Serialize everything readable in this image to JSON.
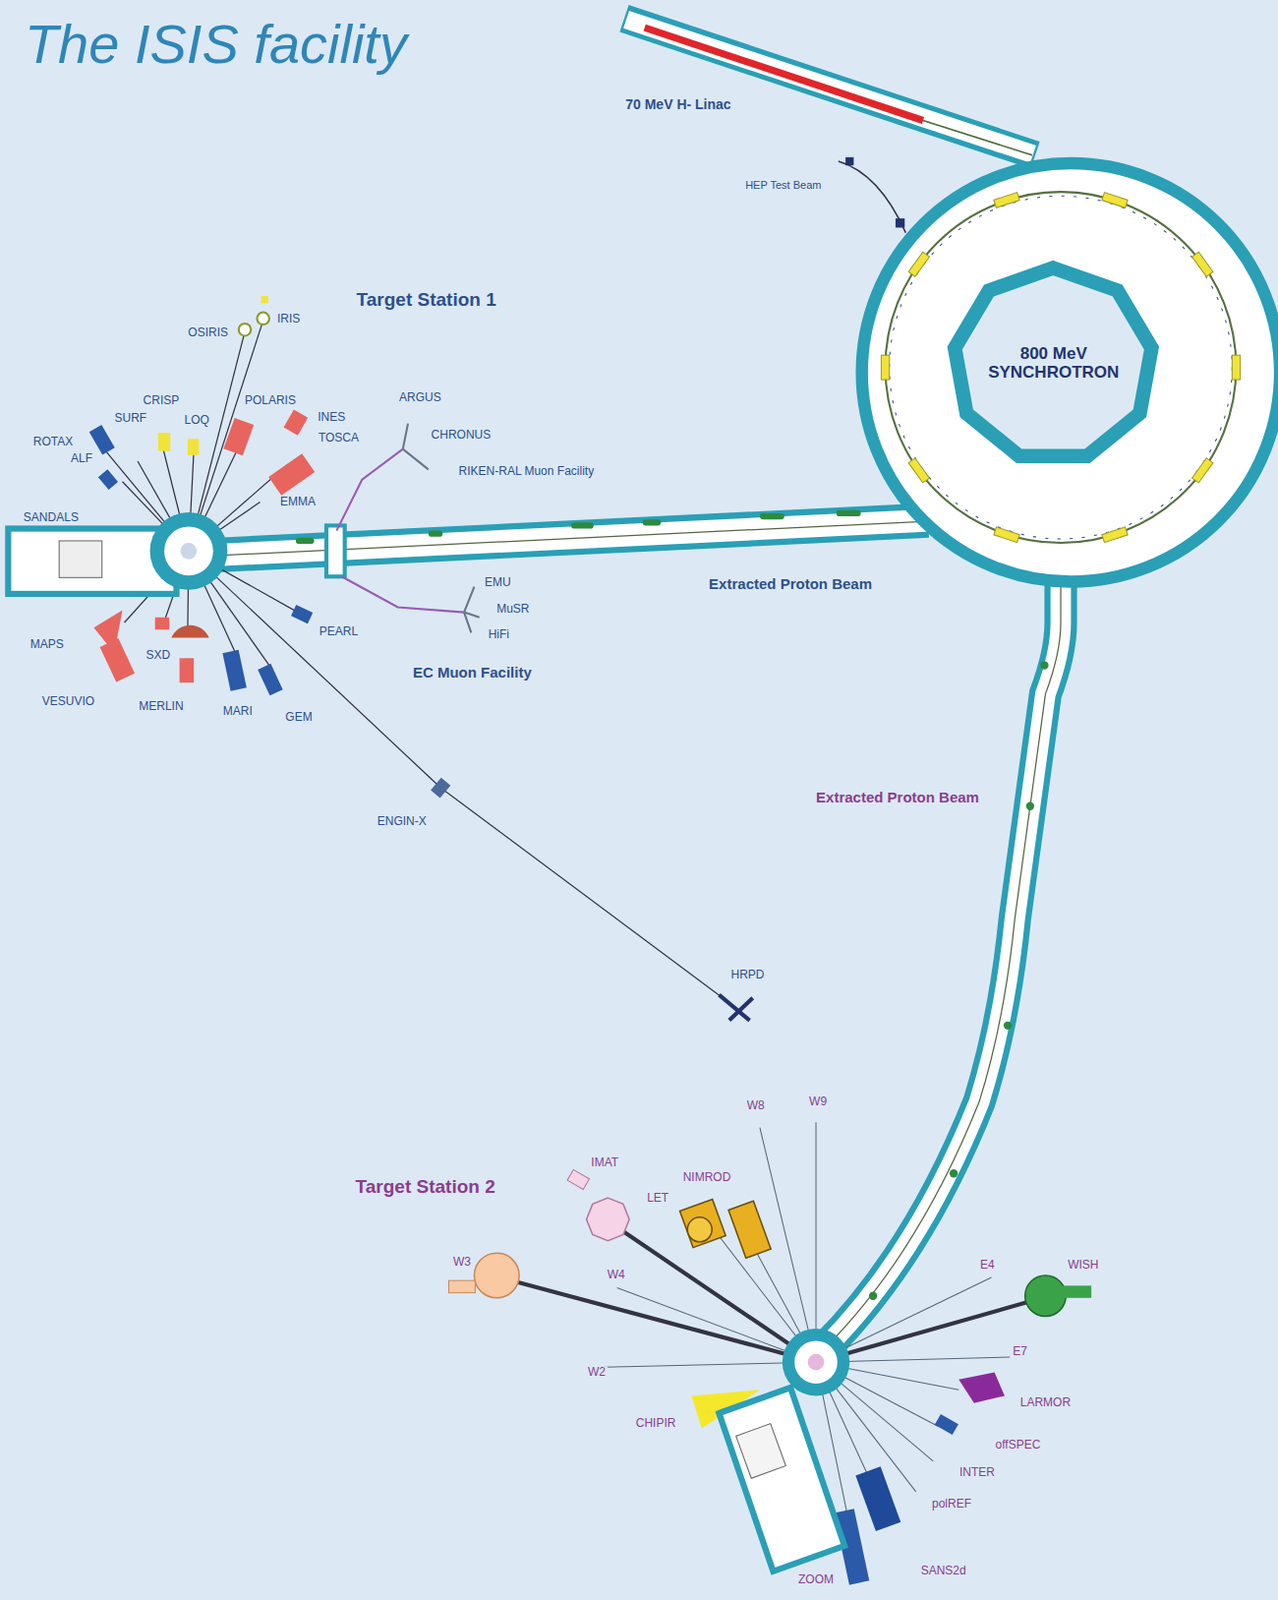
{
  "diagram": {
    "title": "The ISIS facility",
    "nodes": [
      {
        "text": [
          "800 MeV SYNCHROTRON"
        ]
      }
    ],
    "labels": [
      "70 MeV H- Linac",
      "HEP Test Beam",
      "Target Station 1",
      "OSIRIS",
      "IRIS",
      "CRISP",
      "SURF",
      "LOQ",
      "POLARIS",
      "INES",
      "TOSCA",
      "ARGUS",
      "CHRONUS",
      "RIKEN-RAL Muon Facility",
      "ROTAX",
      "ALF",
      "EMMA",
      "SANDALS",
      "Extracted Proton Beam",
      "EMU",
      "MuSR",
      "HiFi",
      "MAPS",
      "SXD",
      "PEARL",
      "EC Muon Facility",
      "VESUVIO",
      "MERLIN",
      "MARI",
      "GEM",
      "ENGIN-X",
      "Extracted Proton Beam",
      "HRPD",
      "W8",
      "W9",
      "Target Station 2",
      "IMAT",
      "LET",
      "NIMROD",
      "W3",
      "W4",
      "E4",
      "WISH",
      "W2",
      "E7",
      "LARMOR",
      "CHIPIR",
      "offSPEC",
      "INTER",
      "polREF",
      "SANS2d",
      "ZOOM"
    ]
  }
}
